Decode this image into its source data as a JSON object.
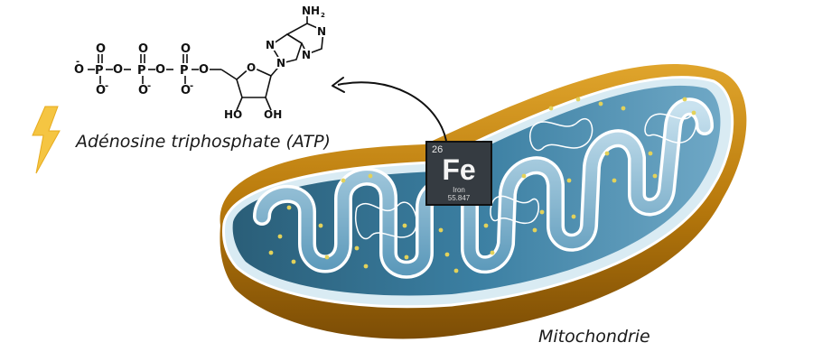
{
  "atp": {
    "caption": "Adénosine triphosphate (ATP)",
    "atoms": {
      "phosphorus": "P",
      "oxygen": "O",
      "nitrogen": "N",
      "amine": "NH",
      "amine_subscript": "2",
      "hydroxyl": "HO",
      "hydroxyl_right": "OH",
      "charge": "-"
    }
  },
  "element": {
    "atomic_number": "26",
    "symbol": "Fe",
    "name": "Iron",
    "atomic_mass": "55.847"
  },
  "mitochondrion": {
    "caption": "Mitochondrie"
  },
  "colors": {
    "lightning": "#f5c542",
    "outer_membrane": "#c98b10",
    "matrix_dark": "#2f6d8c",
    "cristae_light": "#a9cfe2",
    "granules": "#e3d25a",
    "tile_bg": "#353b41"
  },
  "icons": {
    "energy": "lightning-bolt-icon",
    "pointer": "curved-arrow-icon"
  }
}
